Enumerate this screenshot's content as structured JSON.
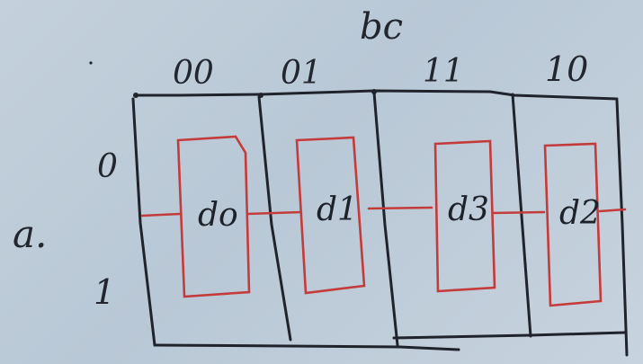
{
  "kmap": {
    "column_variable": "bc",
    "row_variable": "a.",
    "column_headers": [
      "00",
      "01",
      "11",
      "10"
    ],
    "row_headers": [
      "0",
      "1"
    ],
    "cells": [
      "do",
      "d1",
      "d3",
      "d2"
    ]
  },
  "colors": {
    "ink": "#1f232b",
    "pen_red": "#c43b3b",
    "paper": "#c0cedb"
  }
}
